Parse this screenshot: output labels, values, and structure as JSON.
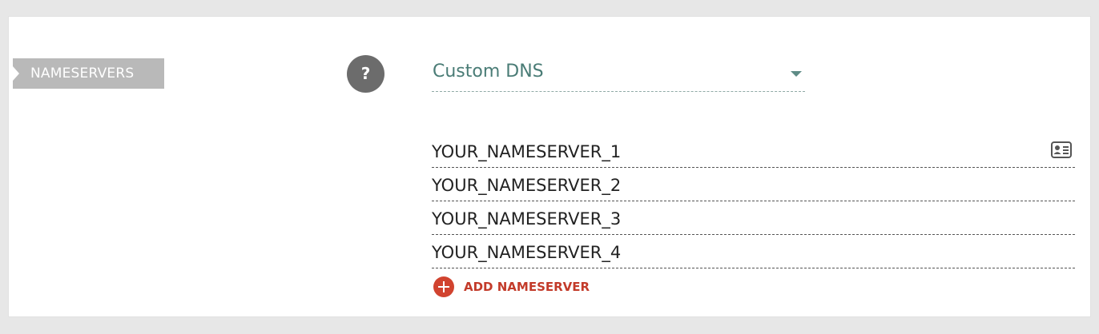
{
  "section": {
    "label": "NAMESERVERS"
  },
  "help": {
    "icon": "question-mark-icon",
    "glyph": "?"
  },
  "dns_type": {
    "selected": "Custom DNS",
    "icon": "chevron-down-icon"
  },
  "nameservers": [
    {
      "value": "YOUR_NAMESERVER_1"
    },
    {
      "value": "YOUR_NAMESERVER_2"
    },
    {
      "value": "YOUR_NAMESERVER_3"
    },
    {
      "value": "YOUR_NAMESERVER_4"
    }
  ],
  "contact_icon": "contact-card-icon",
  "add_nameserver": {
    "label": "ADD NAMESERVER",
    "icon": "plus-circle-icon"
  },
  "colors": {
    "tag_bg": "#b9b9b9",
    "help_bg": "#6c6c6c",
    "dns_text": "#4a7c76",
    "accent_red": "#d1432f",
    "add_text": "#c33b2a"
  }
}
